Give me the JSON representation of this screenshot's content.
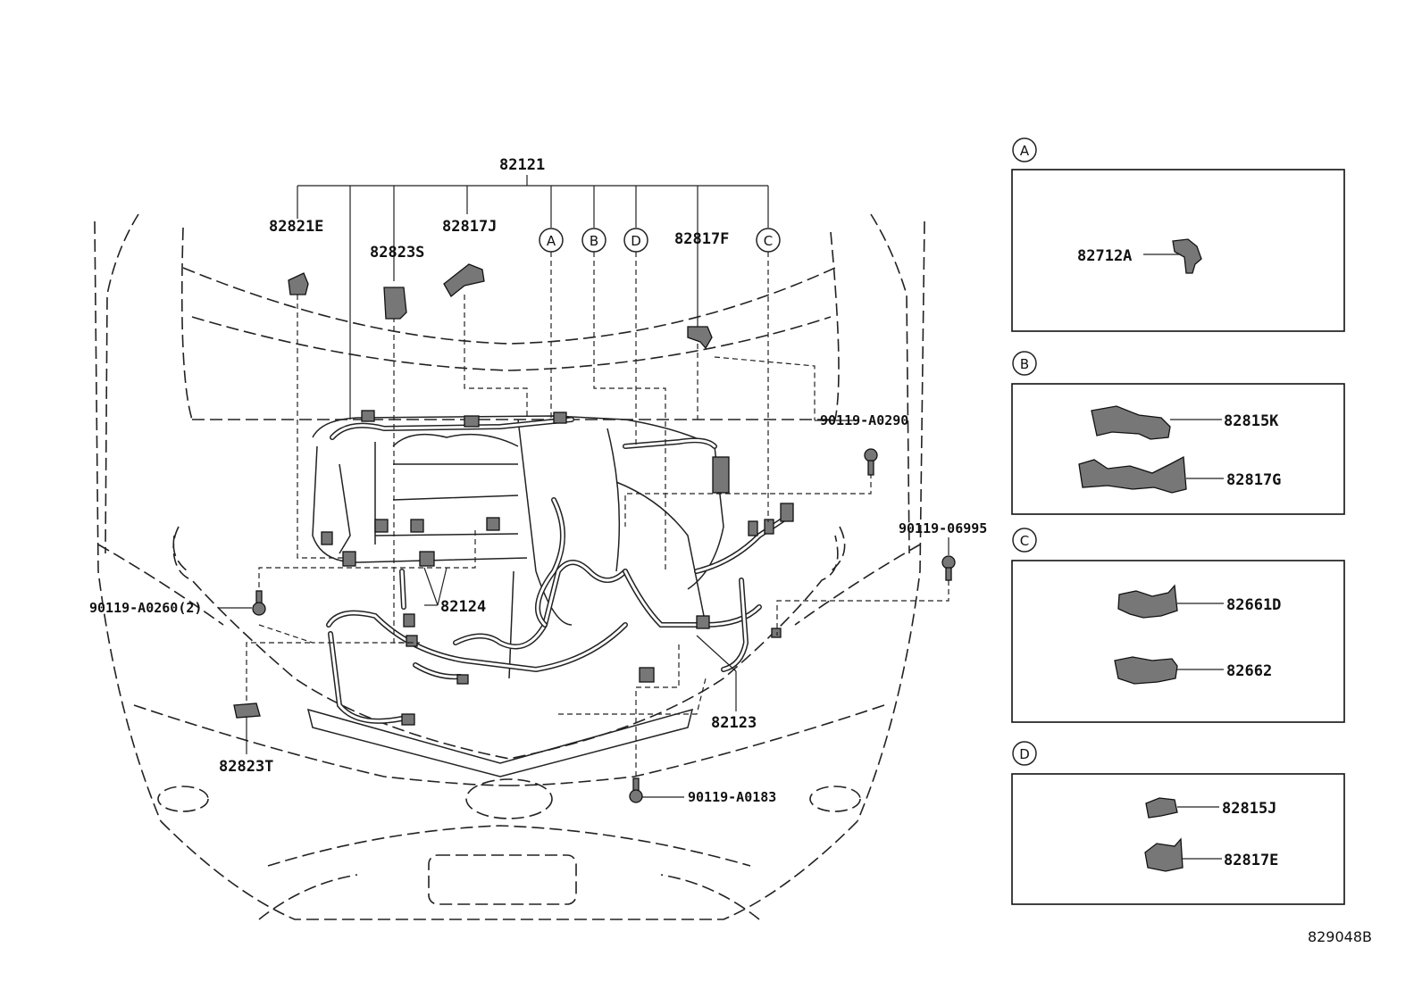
{
  "harness_main": "82121",
  "parts": {
    "p82821E": "82821E",
    "p82823S": "82823S",
    "p82817J": "82817J",
    "p82817F": "82817F",
    "p82124": "82124",
    "p82123": "82123",
    "p82823T": "82823T",
    "b_a0290": "90119-A0290",
    "b_06995": "90119-06995",
    "b_a0260": "90119-A0260(2)",
    "b_a0183": "90119-A0183"
  },
  "callouts": [
    "A",
    "B",
    "D",
    "C"
  ],
  "detail_boxes": {
    "A": {
      "letter": "A",
      "parts": [
        "82712A"
      ]
    },
    "B": {
      "letter": "B",
      "parts": [
        "82815K",
        "82817G"
      ]
    },
    "C": {
      "letter": "C",
      "parts": [
        "82661D",
        "82662"
      ]
    },
    "D": {
      "letter": "D",
      "parts": [
        "82815J",
        "82817E"
      ]
    }
  },
  "reference_number": "829048B"
}
